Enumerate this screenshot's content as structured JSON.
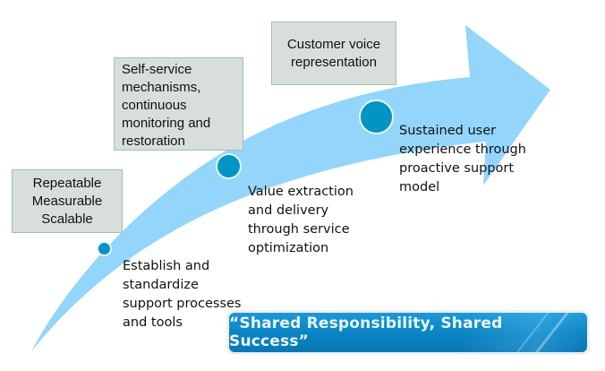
{
  "colors": {
    "arrow": "#93d5fb",
    "milestone_dot": "#0095c2",
    "box_fill": "#d8dedb",
    "box_border": "#9cc4a6",
    "banner": "#0a82c2",
    "banner_text": "#eaf6fc"
  },
  "diagram": {
    "type": "curved-growth-arrow",
    "milestones": [
      {
        "box_lines": [
          "Repeatable",
          "Measurable",
          "Scalable"
        ],
        "caption_lines": [
          "Establish and",
          "standardize",
          "support processes",
          "and tools"
        ]
      },
      {
        "box_lines": [
          "Self-service",
          "mechanisms,",
          "continuous",
          "monitoring and",
          "restoration"
        ],
        "caption_lines": [
          "Value extraction",
          "and delivery",
          "through service",
          "optimization"
        ]
      },
      {
        "box_lines": [
          "Customer voice",
          "representation"
        ],
        "caption_lines": [
          "Sustained user",
          "experience through",
          "proactive support",
          "model"
        ]
      }
    ]
  },
  "banner": {
    "text": "“Shared Responsibility, Shared Success”"
  }
}
